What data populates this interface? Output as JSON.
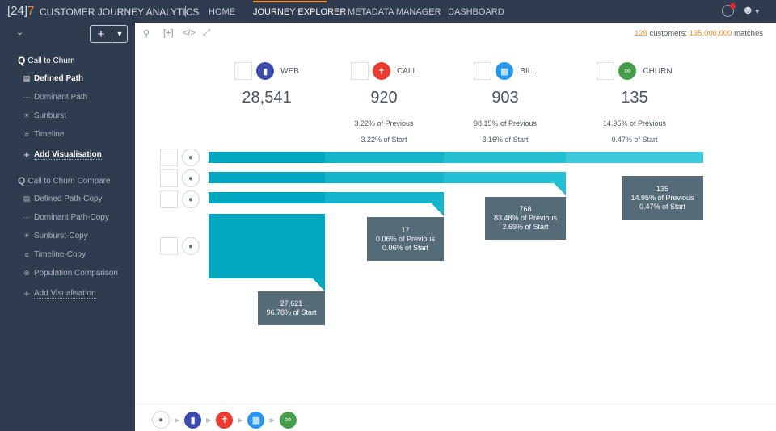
{
  "header": {
    "logo": "[24]7",
    "title": "CUSTOMER JOURNEY ANALYTICS",
    "nav": [
      "HOME",
      "JOURNEY EXPLORER",
      "METADATA MANAGER",
      "DASHBOARD"
    ],
    "active_nav": "JOURNEY EXPLORER"
  },
  "sidebar": {
    "groups": [
      {
        "title": "Call to Churn",
        "items": [
          {
            "icon": "defined-path-icon",
            "label": "Defined Path",
            "active": true
          },
          {
            "icon": "dominant-path-icon",
            "label": "Dominant Path"
          },
          {
            "icon": "sunburst-icon",
            "label": "Sunburst"
          },
          {
            "icon": "timeline-icon",
            "label": "Timeline"
          },
          {
            "icon": "plus-icon",
            "label": "Add Visualisation"
          }
        ]
      },
      {
        "title": "Call to Churn Compare",
        "items": [
          {
            "icon": "defined-path-icon",
            "label": "Defined Path-Copy"
          },
          {
            "icon": "dominant-path-icon",
            "label": "Dominant Path-Copy"
          },
          {
            "icon": "sunburst-icon",
            "label": "Sunburst-Copy"
          },
          {
            "icon": "timeline-icon",
            "label": "Timeline-Copy"
          },
          {
            "icon": "population-comparison-icon",
            "label": "Population Comparison"
          },
          {
            "icon": "plus-icon",
            "label": "Add Visualisation"
          }
        ]
      }
    ]
  },
  "summary": {
    "customers": "129",
    "customers_label": " customers; ",
    "matches": "135,000,000",
    "matches_label": " matches"
  },
  "stages": [
    {
      "name": "WEB",
      "count": "28,541",
      "prev": "",
      "start": "",
      "color": "#3b4bb0"
    },
    {
      "name": "CALL",
      "count": "920",
      "prev": "3.22% of Previous",
      "start": "3.22% of Start",
      "color": "#f03a2e"
    },
    {
      "name": "BILL",
      "count": "903",
      "prev": "98.15% of Previous",
      "start": "3.16% of Start",
      "color": "#2196f3"
    },
    {
      "name": "CHURN",
      "count": "135",
      "prev": "14.95% of Previous",
      "start": "0.47% of Start",
      "color": "#43a047"
    }
  ],
  "dropoffs": [
    {
      "count": "27,621",
      "l1": "96.78% of Start",
      "l2": ""
    },
    {
      "count": "17",
      "l1": "0.06% of Previous",
      "l2": "0.06% of Start"
    },
    {
      "count": "768",
      "l1": "83.48% of Previous",
      "l2": "2.69% of Start"
    },
    {
      "count": "135",
      "l1": "14.95% of Previous",
      "l2": "0.47% of Start"
    }
  ],
  "colors": {
    "seg1": "#00a8bf",
    "seg2": "#14b5cc",
    "seg3": "#25c0d4",
    "seg4": "#3cc9dc",
    "box": "#566b78",
    "accent": "#f08a24"
  }
}
